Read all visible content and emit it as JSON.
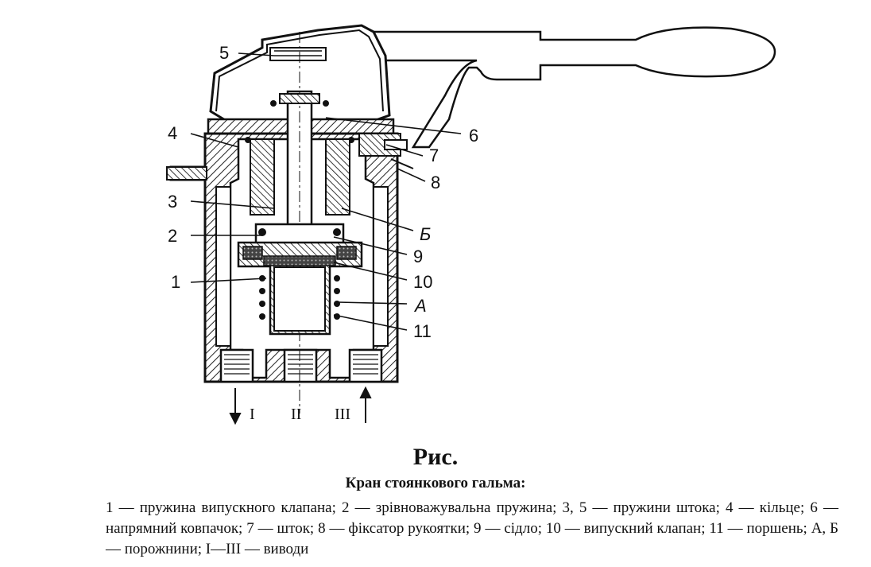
{
  "labels": {
    "n1": "1",
    "n2": "2",
    "n3": "3",
    "n4": "4",
    "n5": "5",
    "n6": "6",
    "n7": "7",
    "n8": "8",
    "n9": "9",
    "n10": "10",
    "n11": "11",
    "cavA": "А",
    "cavB": "Б",
    "portI": "I",
    "portII": "II",
    "portIII": "III"
  },
  "caption": {
    "title": "Рис.",
    "subtitle": "Кран стоянкового гальма:",
    "legend": "1 — пружина випускного клапана; 2 — зрівноважувальна пружина; 3, 5 — пружини штока; 4 — кільце; 6 — напрямний ковпачок; 7 — шток; 8 — фіксатор рукоятки; 9 — сідло; 10 — випускний клапан; 11 — поршень; А, Б — порожнини; I—III — виводи"
  }
}
